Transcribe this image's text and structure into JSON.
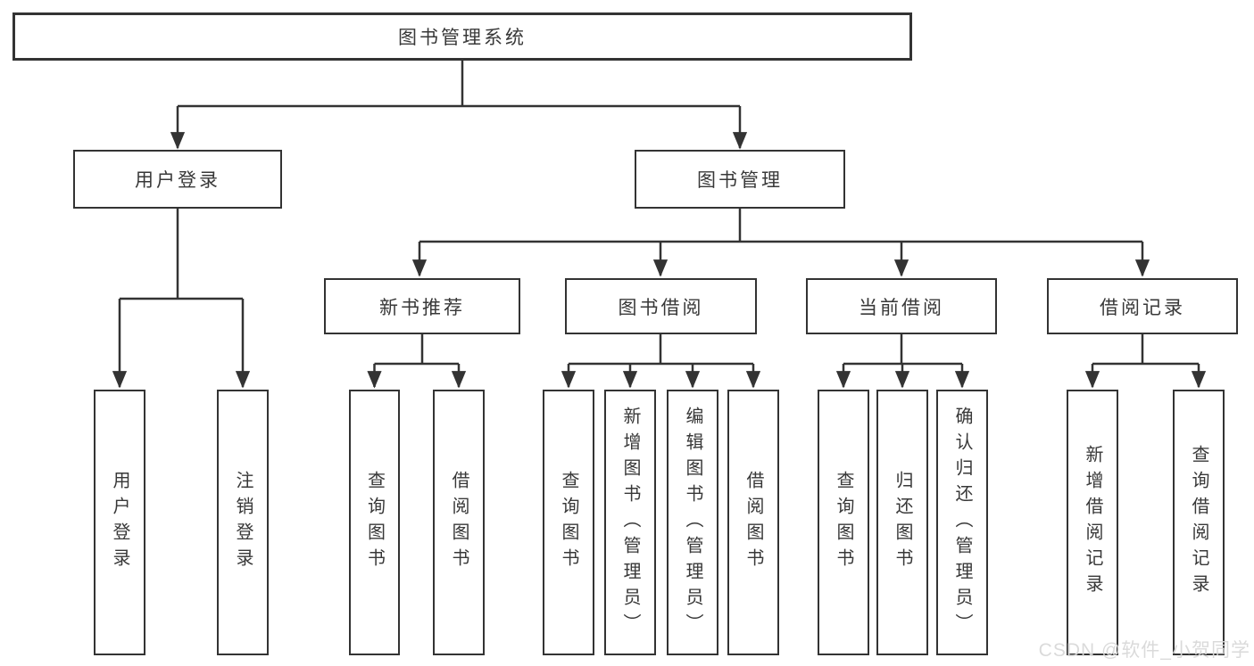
{
  "tree": {
    "label": "图书管理系统",
    "children": [
      {
        "label": "用户登录",
        "children": [
          {
            "label": "用户登录"
          },
          {
            "label": "注销登录"
          }
        ]
      },
      {
        "label": "图书管理",
        "children": [
          {
            "label": "新书推荐",
            "children": [
              {
                "label": "查询图书"
              },
              {
                "label": "借阅图书"
              }
            ]
          },
          {
            "label": "图书借阅",
            "children": [
              {
                "label": "查询图书"
              },
              {
                "label": "新增图书（管理员）"
              },
              {
                "label": "编辑图书（管理员）"
              },
              {
                "label": "借阅图书"
              }
            ]
          },
          {
            "label": "当前借阅",
            "children": [
              {
                "label": "查询图书"
              },
              {
                "label": "归还图书"
              },
              {
                "label": "确认归还（管理员）"
              }
            ]
          },
          {
            "label": "借阅记录",
            "children": [
              {
                "label": "新增借阅记录"
              },
              {
                "label": "查询借阅记录"
              }
            ]
          }
        ]
      }
    ]
  },
  "watermark": {
    "text": "CSDN @软件_小贺同学"
  },
  "colors": {
    "line": "#333333",
    "border": "#333333",
    "box-bg": "#ffffff",
    "text": "#383838",
    "watermark": "#d9d9d9",
    "page-bg": "#ffffff"
  }
}
